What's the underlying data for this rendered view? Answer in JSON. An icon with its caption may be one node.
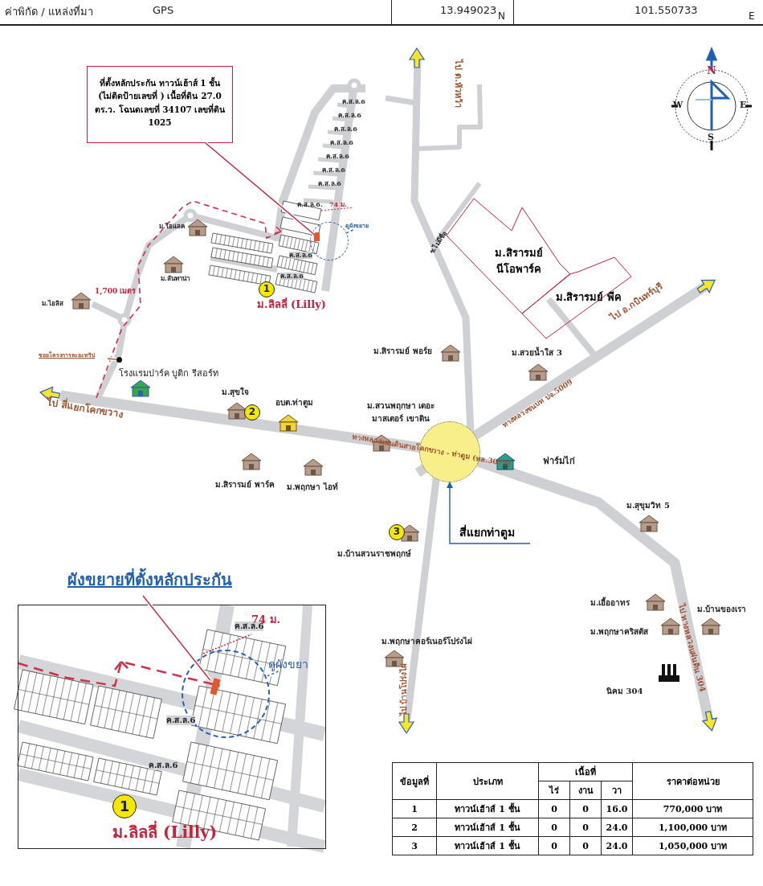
{
  "diagram": {
    "nodes": [
      {
        "text": [
          "ที่ตั้งหลักประกัน ทาวน์เฮ้าส์ 1 ชั้น (ไม่ติดป้ายเลขที่ ) เนื้อที่ดิน 27.0 ตร.ว. โฉนดเลขที่ 34107 เลขที่ดิน 1025"
        ]
      },
      {
        "text": [
          "ดูผังขยาย"
        ]
      },
      {
        "text": [],
        "shape": "circle"
      },
      {
        "text": [],
        "shape": "box",
        "in": 2
      },
      {
        "text": [
          "ม.สิรารมย์ นีโอพาร์ค"
        ]
      },
      {
        "text": [
          "ม.สิรารมย์ พีค"
        ]
      },
      {
        "text": [
          "ซอยโครงการละอะทริป"
        ]
      },
      {
        "text": [],
        "shape": "circle"
      },
      {
        "text": [],
        "shape": "circle"
      },
      {
        "text": [
          "สี่แยกท่าตูม"
        ]
      },
      {
        "text": [
          "ผังขยายที่ตั้งหลักประกัน"
        ]
      },
      {
        "text": [
          "ดูผังขยา"
        ],
        "in": 10
      },
      {
        "text": [],
        "shape": "circle",
        "in": 10
      },
      {
        "text": [],
        "shape": "box",
        "in": 12
      }
    ],
    "edges": [
      {
        "from": 0,
        "to": 3,
        "arrow": "none",
        "color": "#c8203a"
      },
      {
        "from": 1,
        "to": 2,
        "arrow": "none",
        "style": "dashed",
        "color": "#2b5fb8"
      },
      {
        "from": 6,
        "to": 7,
        "arrow": "none",
        "color": "#a0522d"
      },
      {
        "from": 9,
        "to": 8,
        "arrow": "to",
        "color": "#1f5fb4"
      },
      {
        "from": null,
        "to": 13,
        "arrow": "none",
        "color": "#c8203a"
      },
      {
        "from": 11,
        "to": 12,
        "arrow": "none",
        "style": "dashed",
        "color": "#2b5fb8"
      }
    ],
    "labels": [
      "ค่าพิกัด / แหล่งที่มา",
      "GPS",
      "13.949023",
      "N",
      "101.550733",
      "E",
      "N",
      "W",
      "E",
      "S",
      "ไป ต.หัวหว้า",
      "ค.ส.ล.6",
      "ค.ส.ล.6",
      "ค.ส.ล.6",
      "ค.ส.ล.6",
      "ค.ส.ล.6",
      "ค.ส.ล.6",
      "ค.ส.ล.6",
      "ค.ส.ล.6.",
      "74 ม.",
      "ซ.ไม่มีชื่อ",
      "ม.ไอแลค",
      "ค.ส.ล.6",
      "ม.ลันทาน่า",
      "ค.ส.ล.6",
      "1,700 เมตร",
      "1",
      "ม.ลิลลี่ (Lilly)",
      "ม.ไอลิส",
      "ไป อ.กบินทร์บุรี",
      "ม.สิรารมย์ พอร์ย",
      "ม.สวยน้ำใส 3",
      "โรงแรมปาร์ค บูติก รีสอร์ท",
      "ไป สี่แยกโคกขวาง",
      "ม.สุขใจ",
      "2",
      "อบต.ท่าตูม",
      "ม.สวนพฤกษา เดอะมาสเตอร์ เขาดิน",
      "ทางหลวงชนบท ปจ.5009",
      "ฟาร์มไก่",
      "ทางหลวงแผ่นดินสายโคกขวาง - ท่าตูม (ทล.3079)",
      "ม.สิรารมย์ พาร์ค",
      "ม.พฤกษา ไอท์",
      "3",
      "ม.บ้านสวนราชพฤกษ์",
      "ม.สุขุมวิท 5",
      "ม.เอื้ออาทร",
      "ม.บ้านของเรา",
      "ม.พฤกษาคริสตัส",
      "ม.พฤกษาคอร์เนอร์โปร่งไผ่",
      "ไป บ้านโปร่งไผ่",
      "ไป ทางหลวงแผ่นดิน 304",
      "นิคม 304",
      "ค.ส.ล.6",
      "74 ม.",
      "ค.ส.ล.6",
      "ค.ส.ล.6",
      "1",
      "ม.ลิลลี่ (Lilly)",
      "ข้อมูลที่",
      "ประเภท",
      "เนื้อที่",
      "ราคาต่อหน่วย",
      "ไร่",
      "งาน",
      "วา",
      "1",
      "ทาวน์เฮ้าส์ 1 ชั้น",
      "0",
      "0",
      "16.0",
      "770,000 บาท",
      "2",
      "ทาวน์เฮ้าส์ 1 ชั้น",
      "0",
      "0",
      "24.0",
      "1,100,000 บาท",
      "3",
      "ทาวน์เฮ้าส์ 1 ชั้น",
      "0",
      "0",
      "24.0",
      "1,050,000 บาท"
    ]
  }
}
